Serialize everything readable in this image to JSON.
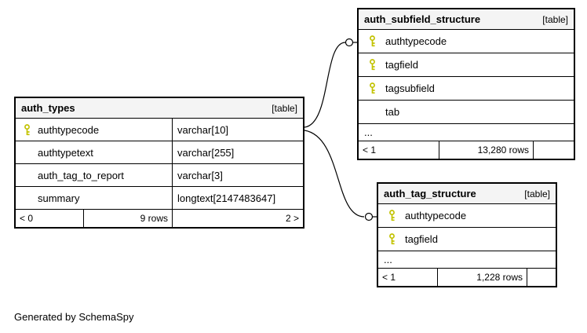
{
  "footer_note": "Generated by SchemaSpy",
  "colors": {
    "table_border": "#000000",
    "header_bg": "#f4f4f4",
    "key_icon": "#c2c200"
  },
  "tables": {
    "auth_types": {
      "name": "auth_types",
      "tag": "[table]",
      "columns": [
        {
          "name": "authtypecode",
          "type": "varchar[10]"
        },
        {
          "name": "authtypetext",
          "type": "varchar[255]"
        },
        {
          "name": "auth_tag_to_report",
          "type": "varchar[3]"
        },
        {
          "name": "summary",
          "type": "longtext[2147483647]"
        }
      ],
      "footer": {
        "prev": "< 0",
        "rows": "9 rows",
        "next": "2 >"
      }
    },
    "auth_subfield_structure": {
      "name": "auth_subfield_structure",
      "tag": "[table]",
      "columns": [
        {
          "name": "authtypecode"
        },
        {
          "name": "tagfield"
        },
        {
          "name": "tagsubfield"
        },
        {
          "name": "tab"
        }
      ],
      "ellipsis": "...",
      "footer": {
        "prev": "< 1",
        "rows": "13,280 rows",
        "next": ""
      }
    },
    "auth_tag_structure": {
      "name": "auth_tag_structure",
      "tag": "[table]",
      "columns": [
        {
          "name": "authtypecode"
        },
        {
          "name": "tagfield"
        }
      ],
      "ellipsis": "...",
      "footer": {
        "prev": "< 1",
        "rows": "1,228 rows",
        "next": ""
      }
    }
  }
}
